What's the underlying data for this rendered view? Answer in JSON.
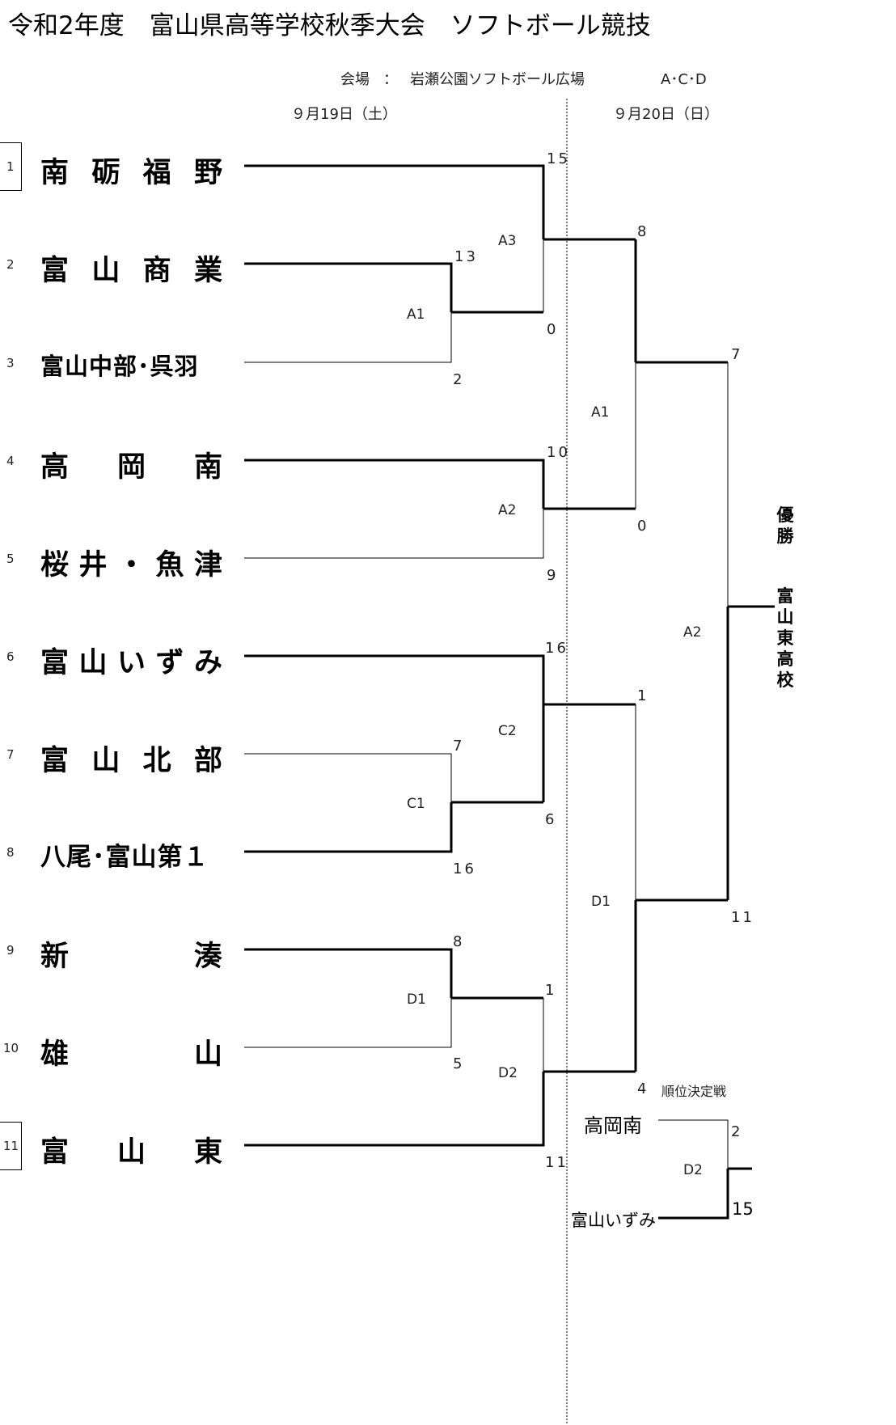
{
  "title": "令和2年度　富山県高等学校秋季大会　ソフトボール競技",
  "venue": {
    "label": "会場",
    "sep": "：",
    "name": "岩瀬公園ソフトボール広場",
    "courts": "A･C･D"
  },
  "dates": {
    "day1": "９月19日（土）",
    "day2": "９月20日（日）"
  },
  "teams": [
    {
      "seed": "1",
      "name": "南砺福野",
      "chars": [
        "南",
        "砺",
        "福",
        "野"
      ]
    },
    {
      "seed": "2",
      "name": "富山商業",
      "chars": [
        "富",
        "山",
        "商",
        "業"
      ]
    },
    {
      "seed": "3",
      "name": "富山中部･呉羽",
      "chars": [
        "富山中部･呉羽"
      ]
    },
    {
      "seed": "4",
      "name": "高岡南",
      "chars": [
        "高",
        "岡",
        "南"
      ]
    },
    {
      "seed": "5",
      "name": "桜井・魚津",
      "chars": [
        "桜",
        "井",
        "・",
        "魚",
        "津"
      ]
    },
    {
      "seed": "6",
      "name": "富山いずみ",
      "chars": [
        "富",
        "山",
        "い",
        "ず",
        "み"
      ]
    },
    {
      "seed": "7",
      "name": "富山北部",
      "chars": [
        "富",
        "山",
        "北",
        "部"
      ]
    },
    {
      "seed": "8",
      "name": "八尾･富山第１",
      "chars": [
        "八尾･富山第１"
      ]
    },
    {
      "seed": "9",
      "name": "新湊",
      "chars": [
        "新",
        "湊"
      ]
    },
    {
      "seed": "10",
      "name": "雄山",
      "chars": [
        "雄",
        "山"
      ]
    },
    {
      "seed": "11",
      "name": "富山東",
      "chars": [
        "富",
        "山",
        "東"
      ]
    }
  ],
  "scores": [
    "15",
    "13",
    "0",
    "2",
    "10",
    "9",
    "16",
    "7",
    "6",
    "16",
    "8",
    "1",
    "5",
    "11",
    "8",
    "0",
    "1",
    "4",
    "7",
    "11"
  ],
  "games": [
    "A3",
    "A1",
    "A2",
    "C2",
    "C1",
    "D1",
    "D2",
    "A1",
    "D1",
    "A2"
  ],
  "placement": {
    "label": "順位決定戦",
    "team_top": "高岡南",
    "team_bottom": "富山いずみ",
    "score_top": "2",
    "score_bottom": "15",
    "game": "D2"
  },
  "champion": {
    "label": "優勝",
    "team": "富山東高校"
  }
}
